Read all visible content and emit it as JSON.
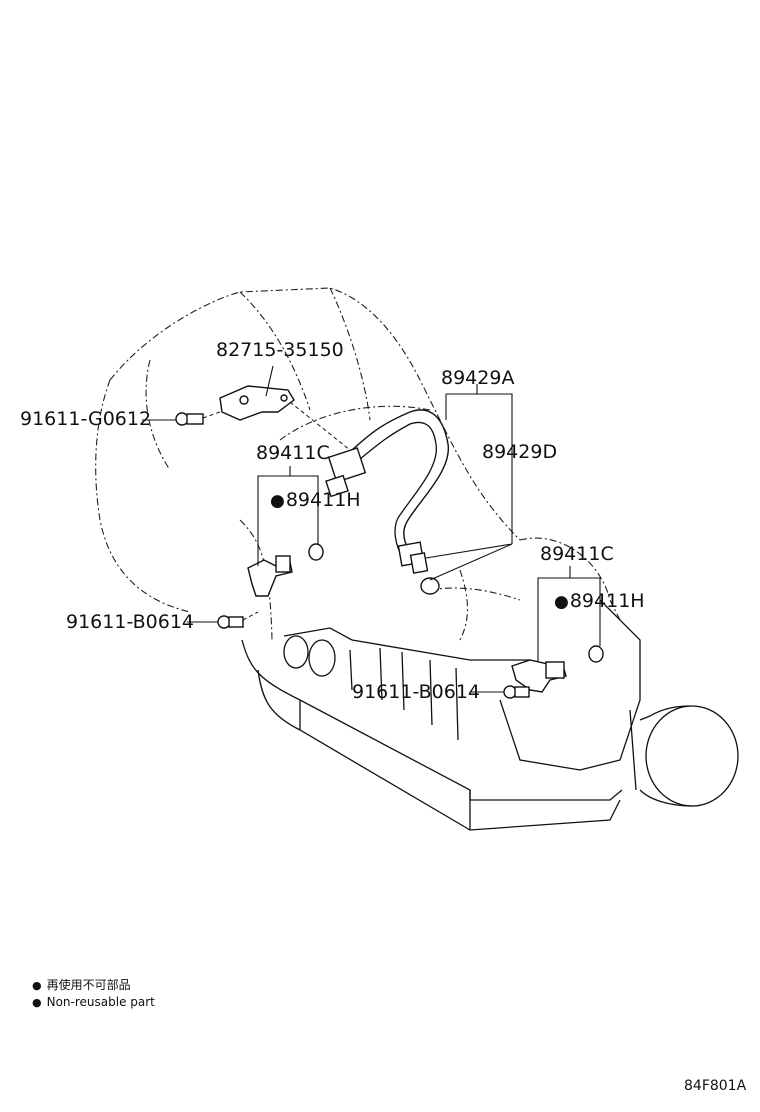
{
  "callouts": {
    "bracket_cable": "82715-35150",
    "bolt_upper_left": "91611-G0612",
    "sensor_harness_a": "89429A",
    "sensor_harness_d": "89429D",
    "sensor_left": "89411C",
    "oring_left": "89411H",
    "bolt_left": "91611-B0614",
    "sensor_right": "89411C",
    "oring_right": "89411H",
    "bolt_right": "91611-B0614"
  },
  "legend": {
    "marker": "●",
    "line_jp": "再使用不可部品",
    "line_en": "Non-reusable part"
  },
  "figure_code": "84F801A"
}
